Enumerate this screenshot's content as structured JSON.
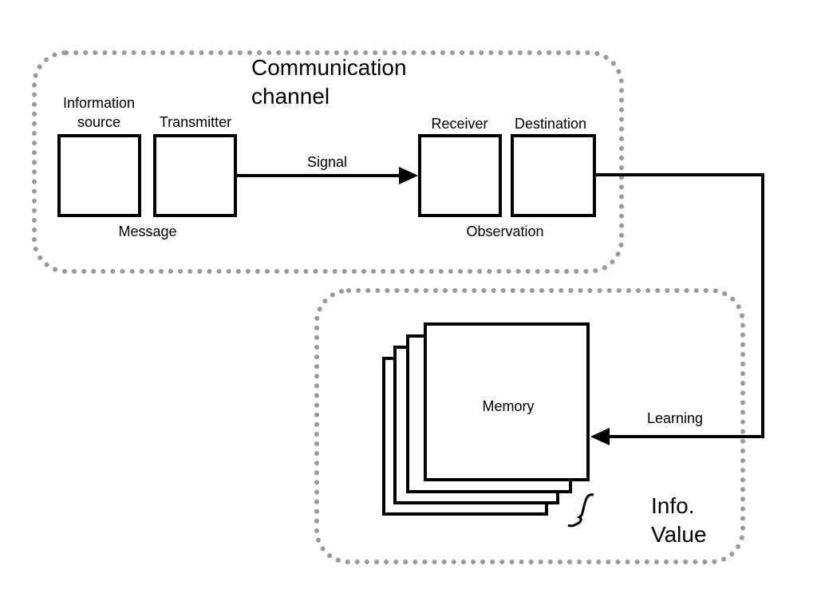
{
  "groups": {
    "communication_channel": [
      "Communication",
      "channel"
    ],
    "info_value": [
      "Info.",
      "Value"
    ]
  },
  "nodes": {
    "information_source": [
      "Information",
      "source"
    ],
    "transmitter": "Transmitter",
    "receiver": "Receiver",
    "destination": "Destination",
    "memory": "Memory"
  },
  "edges": {
    "message": "Message",
    "signal": "Signal",
    "observation": "Observation",
    "learning": "Learning"
  }
}
